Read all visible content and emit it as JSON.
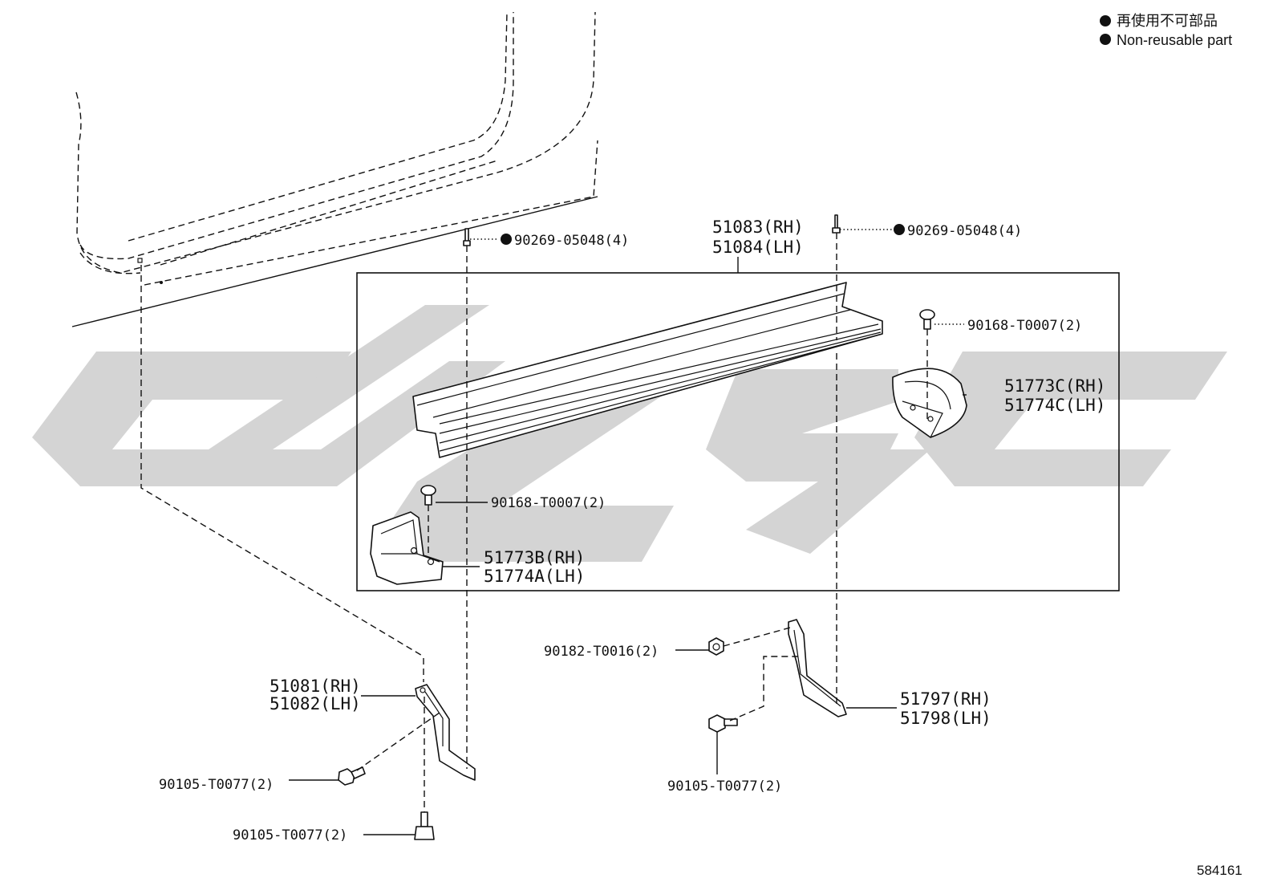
{
  "legend": {
    "line_jp": "再使用不可部品",
    "line_en": "Non-reusable part",
    "marker": "filled-circle-icon"
  },
  "diagram_id": "584161",
  "callouts": {
    "step_board_rh": "51083(RH)",
    "step_board_lh": "51084(LH)",
    "rivet_left": "90269-05048(4)",
    "rivet_right": "90269-05048(4)",
    "screw_rear": "90168-T0007(2)",
    "screw_front": "90168-T0007(2)",
    "rear_cover_rh": "51773C(RH)",
    "rear_cover_lh": "51774C(LH)",
    "front_cover_rh": "51773B(RH)",
    "front_cover_lh": "51774A(LH)",
    "bracket_front_rh": "51081(RH)",
    "bracket_front_lh": "51082(LH)",
    "bracket_rear_rh": "51797(RH)",
    "bracket_rear_lh": "51798(LH)",
    "nut_rear": "90182-T0016(2)",
    "bolt_front_a": "90105-T0077(2)",
    "bolt_front_b": "90105-T0077(2)",
    "bolt_rear": "90105-T0077(2)"
  },
  "watermark_text": "CNGC",
  "colors": {
    "line": "#111111",
    "watermark": "#d4d4d4",
    "background": "#ffffff"
  }
}
